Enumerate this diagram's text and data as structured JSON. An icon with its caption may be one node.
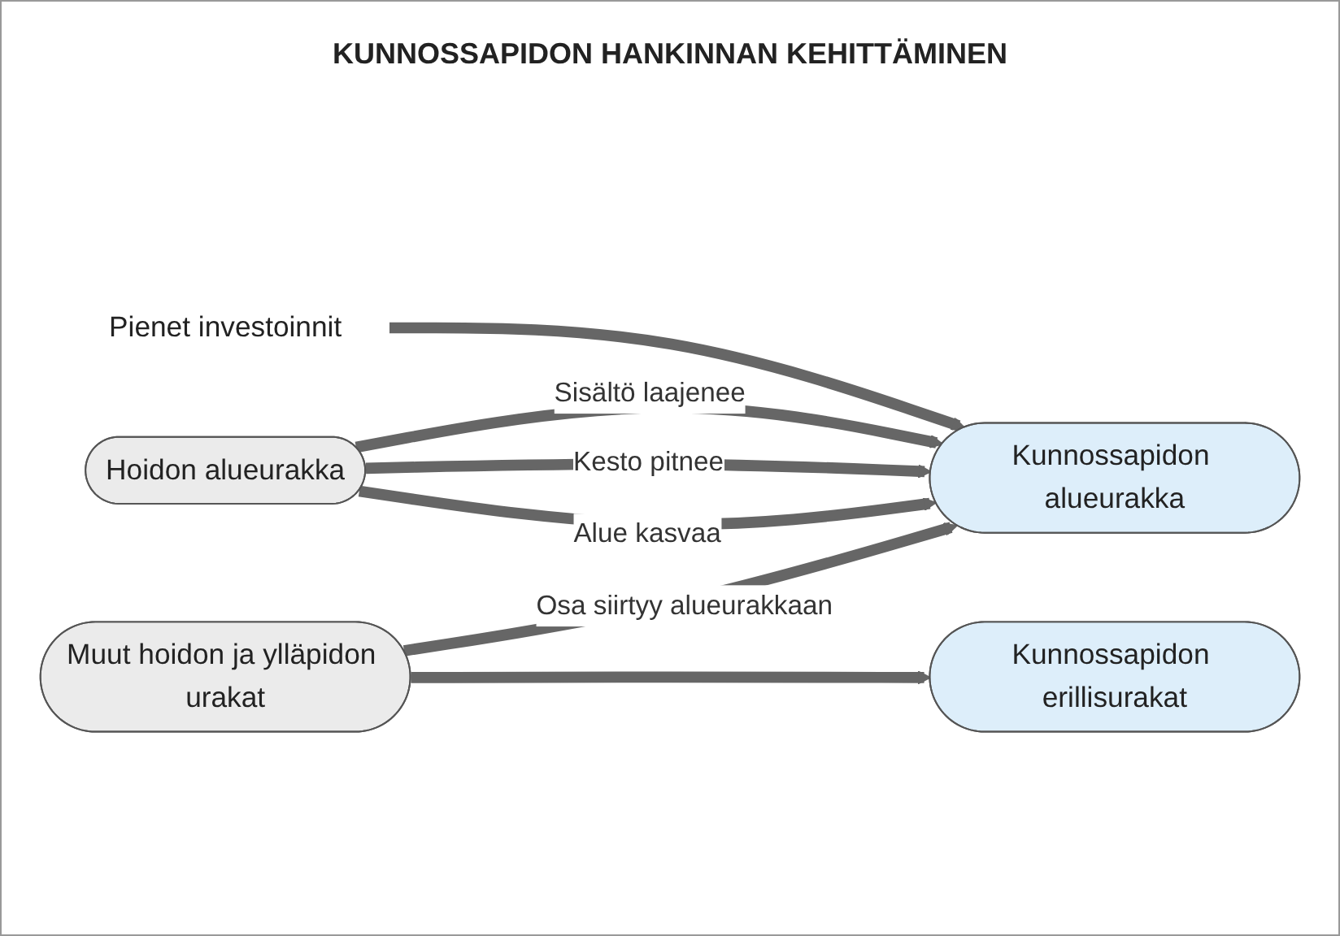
{
  "diagram": {
    "title": "KUNNOSSAPIDON HANKINNAN KEHITTÄMINEN",
    "nodes": [
      {
        "text": [
          "Hoidon alueurakka"
        ]
      },
      {
        "text": [
          "Kunnossapidon alueurakka"
        ]
      },
      {
        "text": [
          "Muut hoidon ja ylläpidon urakat"
        ]
      },
      {
        "text": [
          "Kunnossapidon erillisurakat"
        ]
      },
      {
        "text": [
          "Pienet investoinnit"
        ]
      }
    ],
    "edges": [
      {
        "from": 4,
        "to": 1,
        "arrow": "to"
      },
      {
        "from": 0,
        "to": 1,
        "arrow": "to",
        "label": "Sisältö laajenee"
      },
      {
        "from": 0,
        "to": 1,
        "arrow": "to",
        "label": "Kesto pitnee"
      },
      {
        "from": 0,
        "to": 1,
        "arrow": "to",
        "label": "Alue kasvaa"
      },
      {
        "from": 2,
        "to": 1,
        "arrow": "to",
        "label": "Osa siirtyy alueurakkaan"
      },
      {
        "from": 2,
        "to": 3,
        "arrow": "to"
      }
    ]
  }
}
